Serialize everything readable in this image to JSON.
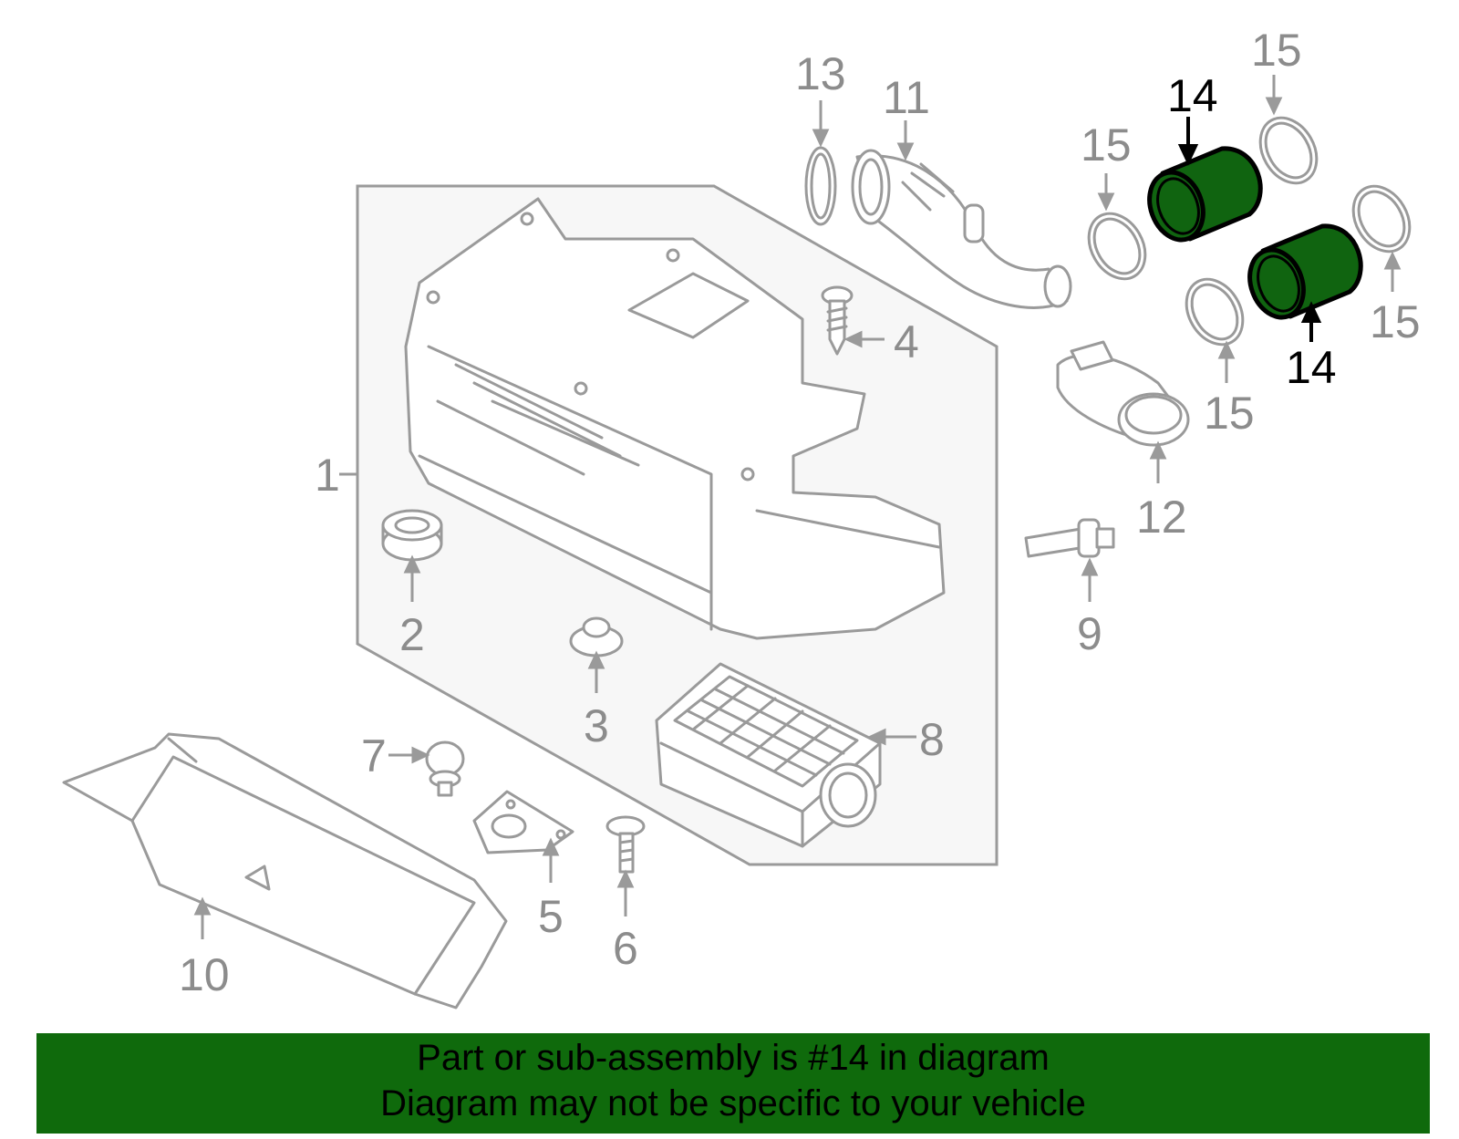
{
  "diagram": {
    "labels": {
      "p1": "1",
      "p2": "2",
      "p3": "3",
      "p4": "4",
      "p5": "5",
      "p6": "6",
      "p7": "7",
      "p8": "8",
      "p9": "9",
      "p10": "10",
      "p11": "11",
      "p12": "12",
      "p13": "13",
      "p14a": "14",
      "p14b": "14",
      "p15a": "15",
      "p15b": "15",
      "p15c": "15",
      "p15d": "15"
    },
    "highlight_part": "14",
    "highlight_color": "#106410",
    "line_color": "#9a9a9a"
  },
  "banner": {
    "line1": "Part or sub-assembly is #14 in diagram",
    "line2": "Diagram may not be specific to your vehicle",
    "color": "#0f6a0c"
  }
}
